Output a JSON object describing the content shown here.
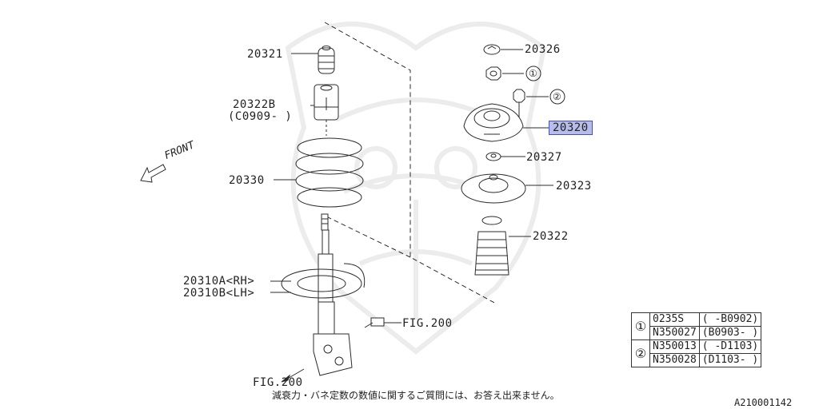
{
  "labels": {
    "p20321": "20321",
    "p20322b": "20322B",
    "p20322b_note": "(C0909- )",
    "p20330": "20330",
    "p20310a": "20310A<RH>",
    "p20310b": "20310B<LH>",
    "fig200_right": "FIG.200",
    "fig200_bottom": "FIG.200",
    "p20326": "20326",
    "p20320": "20320",
    "p20327": "20327",
    "p20323": "20323",
    "p20322": "20322",
    "callout1": "①",
    "callout2": "②",
    "front": "FRONT"
  },
  "table": {
    "rows": [
      {
        "group": "①",
        "part": "0235S",
        "range": "( -B0902)"
      },
      {
        "part": "N350027",
        "range": "(B0903- )"
      },
      {
        "group": "②",
        "part": "N350013",
        "range": "( -D1103)"
      },
      {
        "part": "N350028",
        "range": "(D1103- )"
      }
    ]
  },
  "note": "減衰力・バネ定数の数値に関するご質問には、お答え出来ません。",
  "diagram_id": "A210001142",
  "colors": {
    "line": "#2b2b2b",
    "highlight": "#b7bdea",
    "watermark": "#ececec"
  }
}
